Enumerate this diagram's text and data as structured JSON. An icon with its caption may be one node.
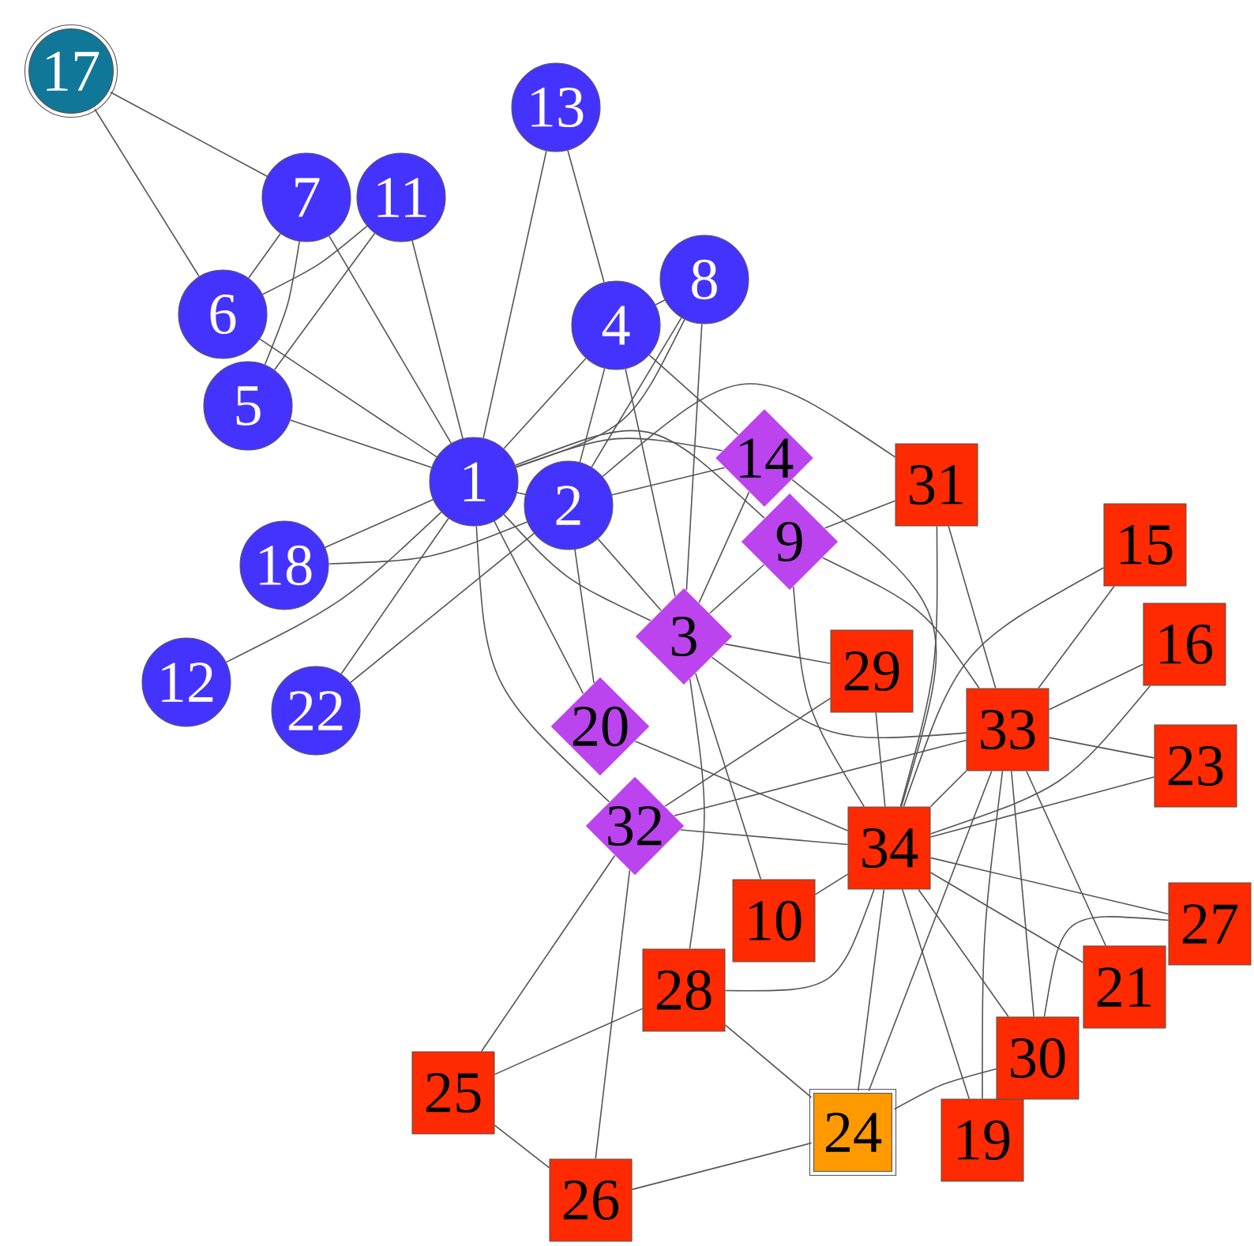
{
  "diagram": {
    "nodes": [
      {
        "text": [
          "1"
        ]
      },
      {
        "text": [
          "2"
        ]
      },
      {
        "text": [
          "3"
        ]
      },
      {
        "text": [
          "4"
        ]
      },
      {
        "text": [
          "5"
        ]
      },
      {
        "text": [
          "6"
        ]
      },
      {
        "text": [
          "7"
        ]
      },
      {
        "text": [
          "8"
        ]
      },
      {
        "text": [
          "9"
        ]
      },
      {
        "text": [
          "10"
        ]
      },
      {
        "text": [
          "11"
        ]
      },
      {
        "text": [
          "12"
        ]
      },
      {
        "text": [
          "13"
        ]
      },
      {
        "text": [
          "14"
        ]
      },
      {
        "text": [
          "15"
        ]
      },
      {
        "text": [
          "16"
        ]
      },
      {
        "text": [
          "17"
        ]
      },
      {
        "text": [
          "18"
        ]
      },
      {
        "text": [
          "19"
        ]
      },
      {
        "text": [
          "20"
        ]
      },
      {
        "text": [
          "21"
        ]
      },
      {
        "text": [
          "22"
        ]
      },
      {
        "text": [
          "23"
        ]
      },
      {
        "text": [
          "24"
        ]
      },
      {
        "text": [
          "25"
        ]
      },
      {
        "text": [
          "26"
        ]
      },
      {
        "text": [
          "27"
        ]
      },
      {
        "text": [
          "28"
        ]
      },
      {
        "text": [
          "29"
        ]
      },
      {
        "text": [
          "30"
        ]
      },
      {
        "text": [
          "31"
        ]
      },
      {
        "text": [
          "32"
        ]
      },
      {
        "text": [
          "33"
        ]
      },
      {
        "text": [
          "34"
        ]
      }
    ],
    "edges": [
      {
        "from": 0,
        "to": 1,
        "arrow": "none"
      },
      {
        "from": 0,
        "to": 2,
        "arrow": "none"
      },
      {
        "from": 0,
        "to": 3,
        "arrow": "none"
      },
      {
        "from": 0,
        "to": 4,
        "arrow": "none"
      },
      {
        "from": 0,
        "to": 5,
        "arrow": "none"
      },
      {
        "from": 0,
        "to": 6,
        "arrow": "none"
      },
      {
        "from": 0,
        "to": 7,
        "arrow": "none"
      },
      {
        "from": 0,
        "to": 8,
        "arrow": "none"
      },
      {
        "from": 0,
        "to": 10,
        "arrow": "none"
      },
      {
        "from": 0,
        "to": 11,
        "arrow": "none"
      },
      {
        "from": 0,
        "to": 12,
        "arrow": "none"
      },
      {
        "from": 0,
        "to": 13,
        "arrow": "none"
      },
      {
        "from": 0,
        "to": 17,
        "arrow": "none"
      },
      {
        "from": 0,
        "to": 19,
        "arrow": "none"
      },
      {
        "from": 0,
        "to": 21,
        "arrow": "none"
      },
      {
        "from": 0,
        "to": 31,
        "arrow": "none"
      },
      {
        "from": 1,
        "to": 2,
        "arrow": "none"
      },
      {
        "from": 1,
        "to": 3,
        "arrow": "none"
      },
      {
        "from": 1,
        "to": 7,
        "arrow": "none"
      },
      {
        "from": 1,
        "to": 13,
        "arrow": "none"
      },
      {
        "from": 1,
        "to": 17,
        "arrow": "none"
      },
      {
        "from": 1,
        "to": 19,
        "arrow": "none"
      },
      {
        "from": 1,
        "to": 21,
        "arrow": "none"
      },
      {
        "from": 1,
        "to": 30,
        "arrow": "none"
      },
      {
        "from": 2,
        "to": 3,
        "arrow": "none"
      },
      {
        "from": 2,
        "to": 7,
        "arrow": "none"
      },
      {
        "from": 2,
        "to": 8,
        "arrow": "none"
      },
      {
        "from": 2,
        "to": 9,
        "arrow": "none"
      },
      {
        "from": 2,
        "to": 13,
        "arrow": "none"
      },
      {
        "from": 2,
        "to": 27,
        "arrow": "none"
      },
      {
        "from": 2,
        "to": 28,
        "arrow": "none"
      },
      {
        "from": 2,
        "to": 32,
        "arrow": "none"
      },
      {
        "from": 3,
        "to": 7,
        "arrow": "none"
      },
      {
        "from": 3,
        "to": 12,
        "arrow": "none"
      },
      {
        "from": 3,
        "to": 13,
        "arrow": "none"
      },
      {
        "from": 4,
        "to": 6,
        "arrow": "none"
      },
      {
        "from": 4,
        "to": 10,
        "arrow": "none"
      },
      {
        "from": 5,
        "to": 6,
        "arrow": "none"
      },
      {
        "from": 5,
        "to": 10,
        "arrow": "none"
      },
      {
        "from": 5,
        "to": 16,
        "arrow": "none"
      },
      {
        "from": 6,
        "to": 16,
        "arrow": "none"
      },
      {
        "from": 8,
        "to": 30,
        "arrow": "none"
      },
      {
        "from": 8,
        "to": 32,
        "arrow": "none"
      },
      {
        "from": 8,
        "to": 33,
        "arrow": "none"
      },
      {
        "from": 9,
        "to": 33,
        "arrow": "none"
      },
      {
        "from": 13,
        "to": 33,
        "arrow": "none"
      },
      {
        "from": 14,
        "to": 32,
        "arrow": "none"
      },
      {
        "from": 14,
        "to": 33,
        "arrow": "none"
      },
      {
        "from": 15,
        "to": 32,
        "arrow": "none"
      },
      {
        "from": 15,
        "to": 33,
        "arrow": "none"
      },
      {
        "from": 18,
        "to": 32,
        "arrow": "none"
      },
      {
        "from": 18,
        "to": 33,
        "arrow": "none"
      },
      {
        "from": 19,
        "to": 33,
        "arrow": "none"
      },
      {
        "from": 20,
        "to": 32,
        "arrow": "none"
      },
      {
        "from": 20,
        "to": 33,
        "arrow": "none"
      },
      {
        "from": 22,
        "to": 32,
        "arrow": "none"
      },
      {
        "from": 22,
        "to": 33,
        "arrow": "none"
      },
      {
        "from": 23,
        "to": 25,
        "arrow": "none"
      },
      {
        "from": 23,
        "to": 27,
        "arrow": "none"
      },
      {
        "from": 23,
        "to": 29,
        "arrow": "none"
      },
      {
        "from": 23,
        "to": 32,
        "arrow": "none"
      },
      {
        "from": 23,
        "to": 33,
        "arrow": "none"
      },
      {
        "from": 24,
        "to": 25,
        "arrow": "none"
      },
      {
        "from": 24,
        "to": 27,
        "arrow": "none"
      },
      {
        "from": 24,
        "to": 31,
        "arrow": "none"
      },
      {
        "from": 25,
        "to": 31,
        "arrow": "none"
      },
      {
        "from": 26,
        "to": 29,
        "arrow": "none"
      },
      {
        "from": 26,
        "to": 33,
        "arrow": "none"
      },
      {
        "from": 27,
        "to": 33,
        "arrow": "none"
      },
      {
        "from": 28,
        "to": 31,
        "arrow": "none"
      },
      {
        "from": 28,
        "to": 33,
        "arrow": "none"
      },
      {
        "from": 29,
        "to": 32,
        "arrow": "none"
      },
      {
        "from": 29,
        "to": 33,
        "arrow": "none"
      },
      {
        "from": 30,
        "to": 32,
        "arrow": "none"
      },
      {
        "from": 30,
        "to": 33,
        "arrow": "none"
      },
      {
        "from": 31,
        "to": 32,
        "arrow": "none"
      },
      {
        "from": 31,
        "to": 33,
        "arrow": "none"
      },
      {
        "from": 32,
        "to": 33,
        "arrow": "none"
      }
    ]
  }
}
